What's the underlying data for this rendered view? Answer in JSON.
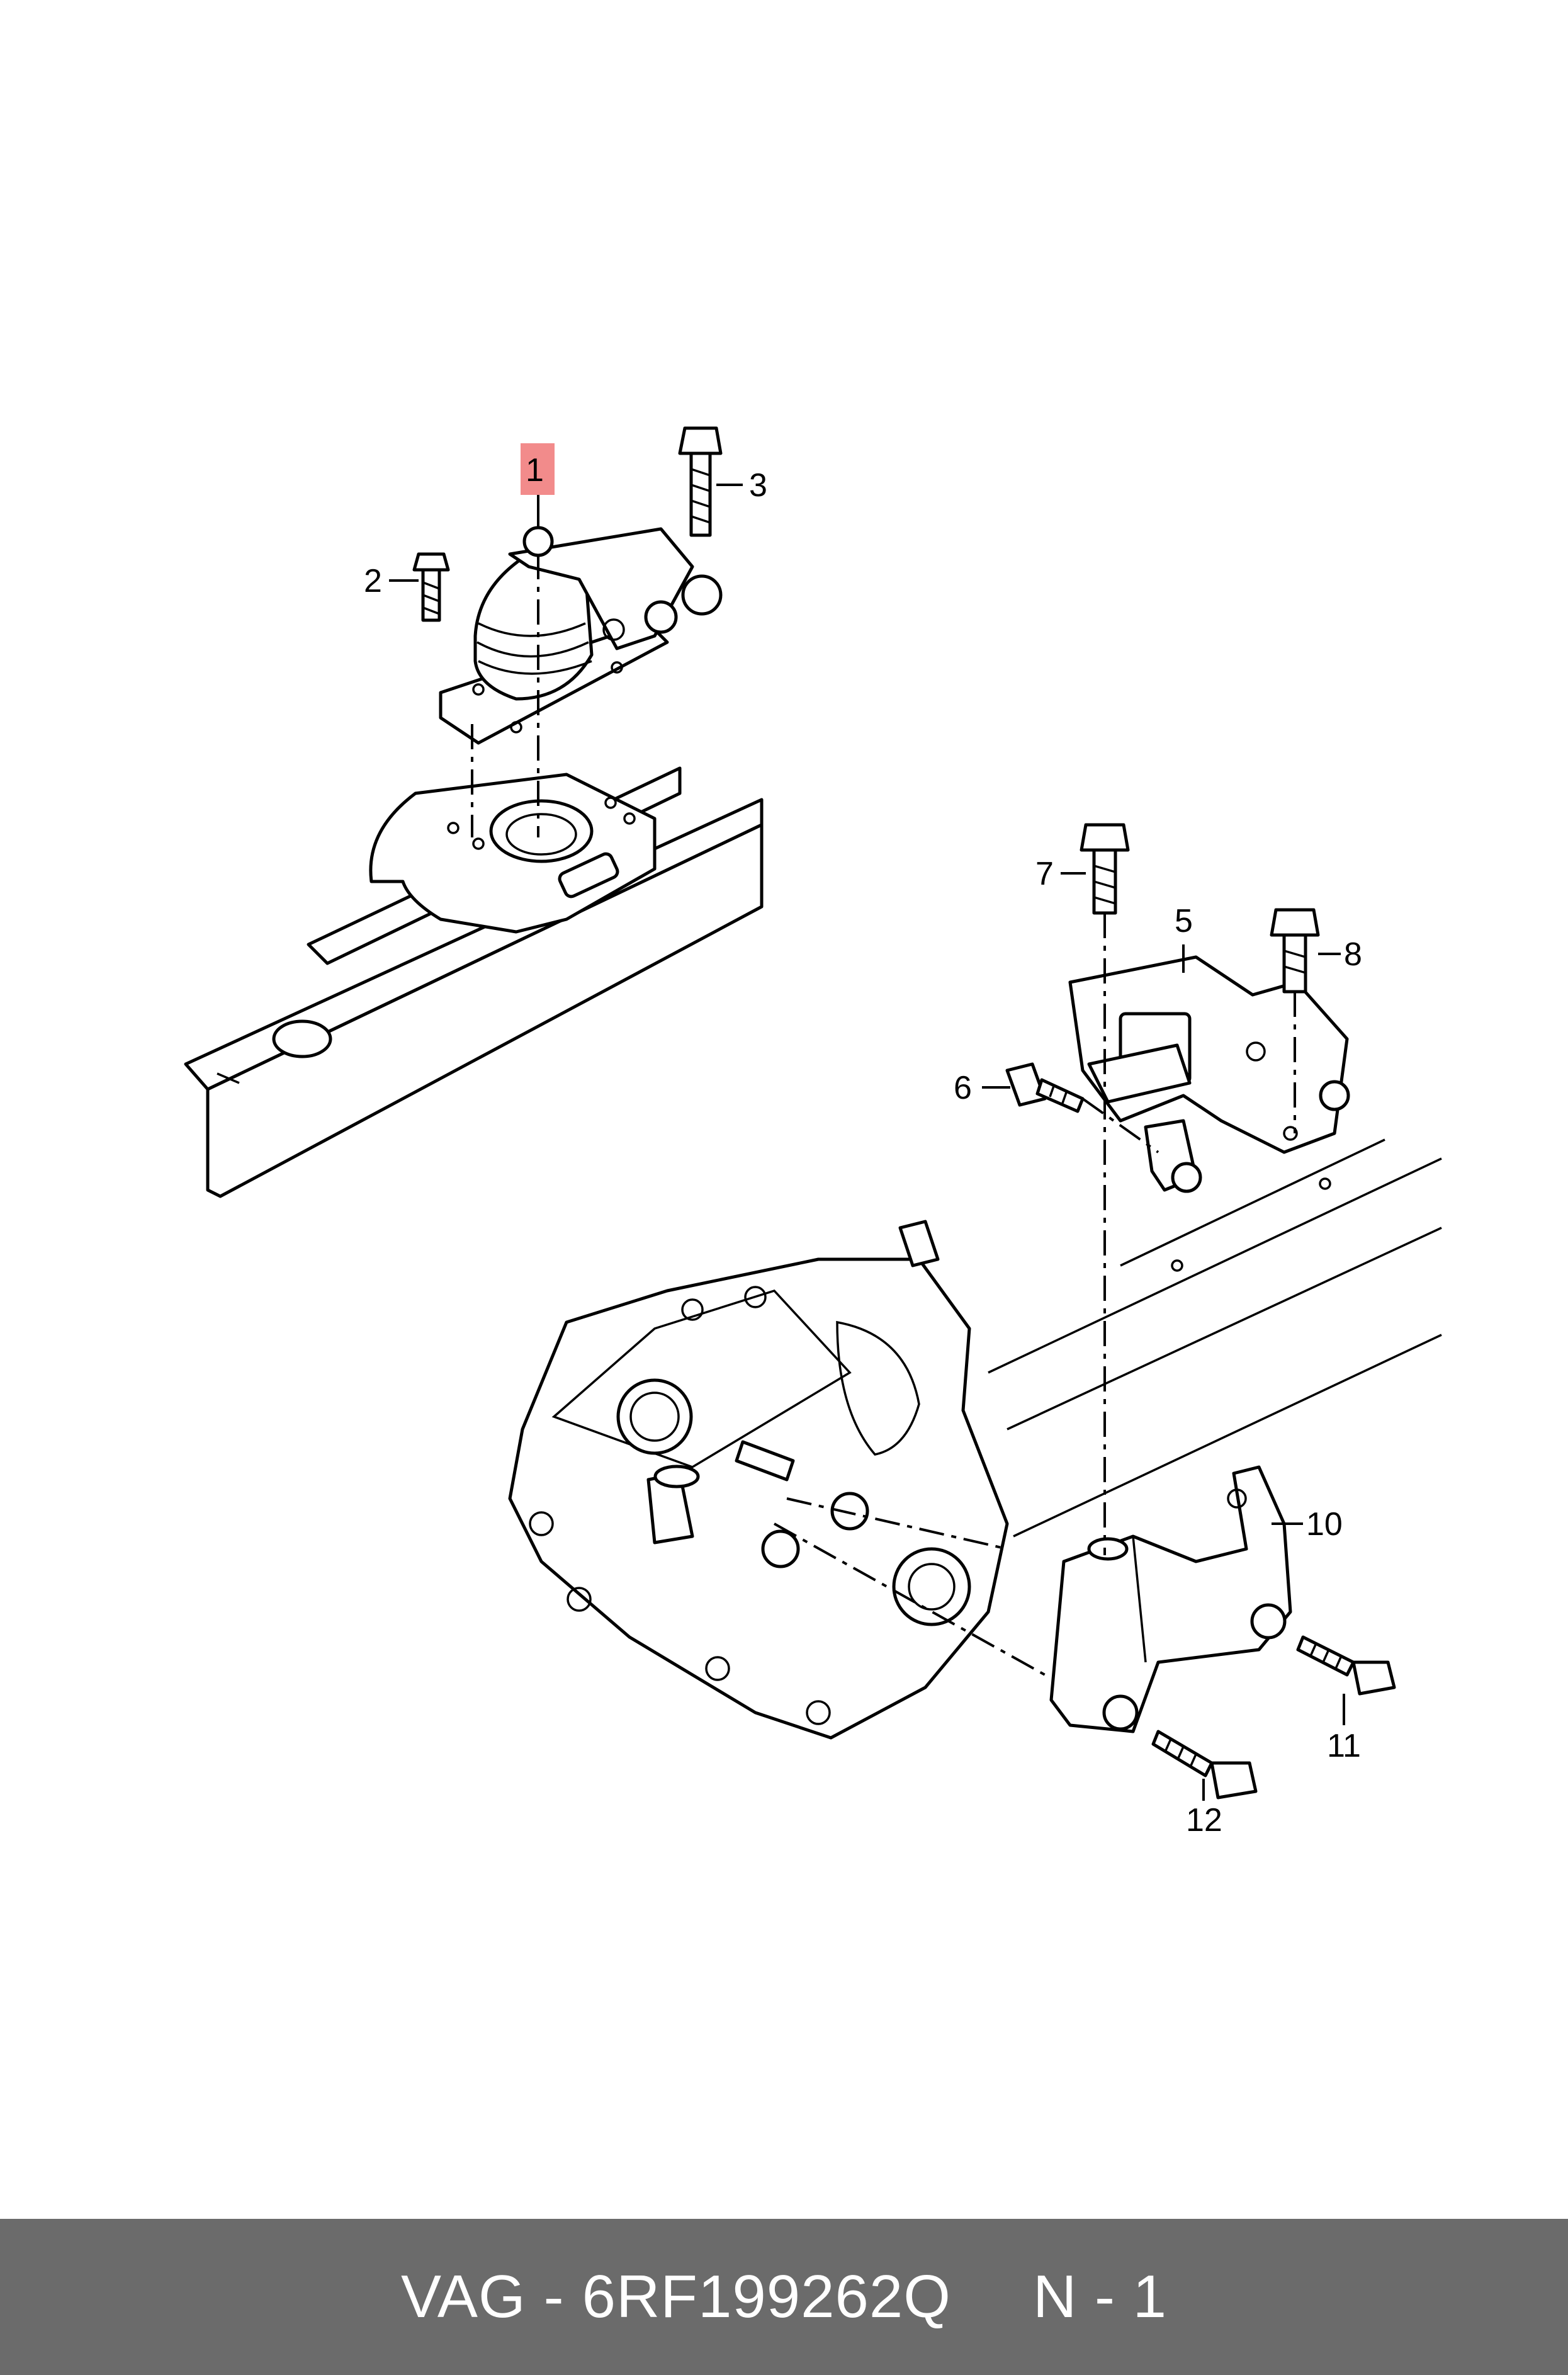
{
  "callouts": [
    {
      "id": "1",
      "label": "1",
      "highlighted": true
    },
    {
      "id": "2",
      "label": "2"
    },
    {
      "id": "3",
      "label": "3"
    },
    {
      "id": "5",
      "label": "5"
    },
    {
      "id": "6",
      "label": "6"
    },
    {
      "id": "7",
      "label": "7"
    },
    {
      "id": "8",
      "label": "8"
    },
    {
      "id": "10",
      "label": "10"
    },
    {
      "id": "11",
      "label": "11"
    },
    {
      "id": "12",
      "label": "12"
    }
  ],
  "footer": {
    "brand": "VAG",
    "separator": "-",
    "part_number": "6RF199262Q",
    "page": "N - 1"
  },
  "colors": {
    "highlight": "#f28b8b",
    "footer_bg": "#6b6b6b",
    "footer_text": "#ffffff"
  }
}
